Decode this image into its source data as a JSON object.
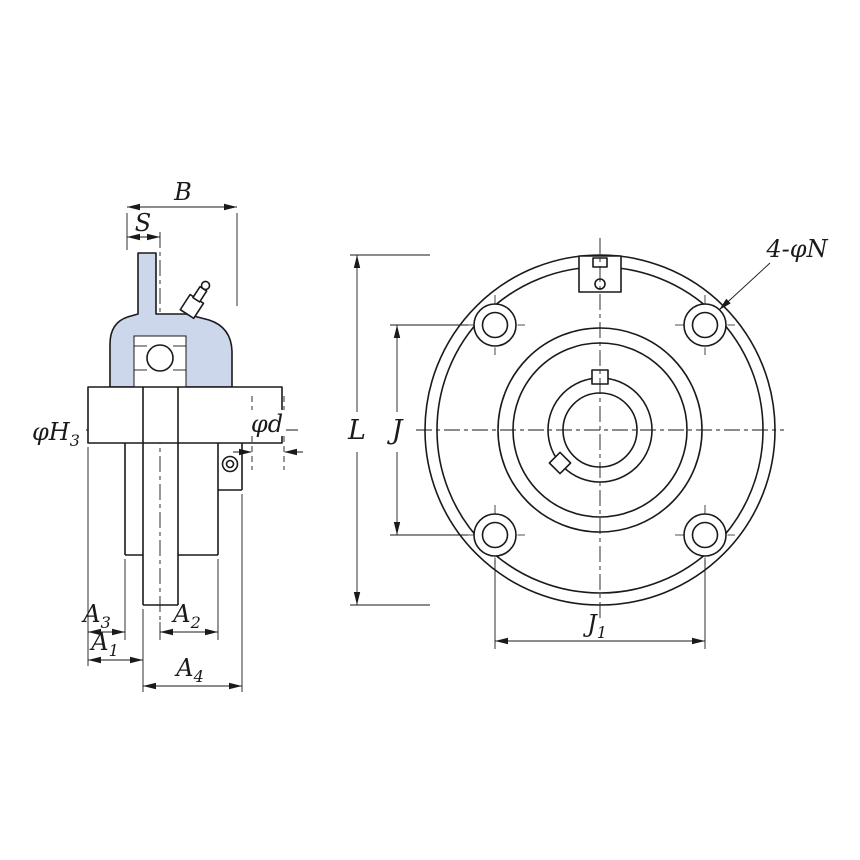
{
  "colors": {
    "background": "#ffffff",
    "line": "#1a1a1a",
    "section_fill": "#cdd7ec"
  },
  "side_view": {
    "dim_B": {
      "main": "B"
    },
    "dim_S": {
      "main": "S"
    },
    "dim_H3": {
      "main": "φH",
      "sub": "3"
    },
    "dim_d": {
      "main": "φd"
    },
    "dim_A3": {
      "main": "A",
      "sub": "3"
    },
    "dim_A1": {
      "main": "A",
      "sub": "1"
    },
    "dim_A2": {
      "main": "A",
      "sub": "2"
    },
    "dim_A4": {
      "main": "A",
      "sub": "4"
    }
  },
  "front_view": {
    "bolt_hole_count": 4,
    "bolt_holes_label": {
      "main": "4-φN"
    },
    "dim_L": {
      "main": "L"
    },
    "dim_J": {
      "main": "J"
    },
    "dim_J1": {
      "main": "J",
      "sub": "1"
    }
  }
}
